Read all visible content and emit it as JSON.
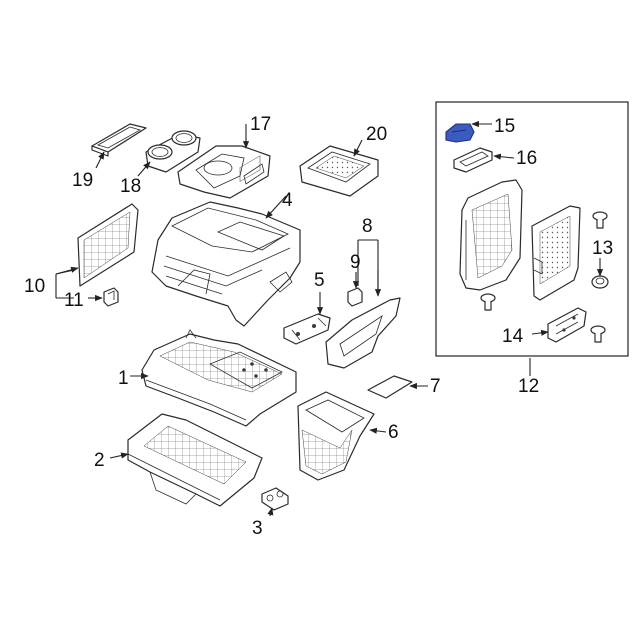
{
  "diagram": {
    "highlight_color": "#3b5bbf",
    "callouts": {
      "c1": "1",
      "c2": "2",
      "c3": "3",
      "c4": "4",
      "c5": "5",
      "c6": "6",
      "c7": "7",
      "c8": "8",
      "c9": "9",
      "c10": "10",
      "c11": "11",
      "c12": "12",
      "c13": "13",
      "c14": "14",
      "c15": "15",
      "c16": "16",
      "c17": "17",
      "c18": "18",
      "c19": "19",
      "c20": "20"
    }
  }
}
